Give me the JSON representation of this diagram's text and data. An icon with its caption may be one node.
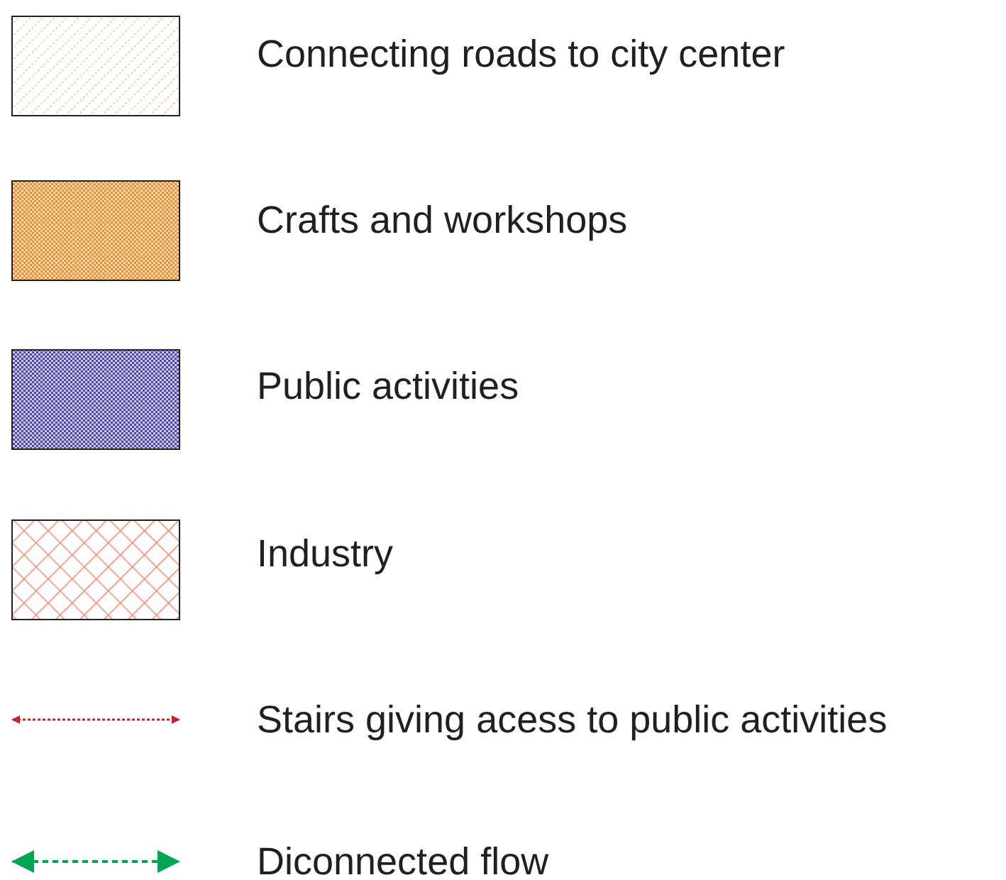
{
  "diagram": {
    "legend": [
      {
        "text": "Connecting roads to city center"
      },
      {
        "text": "Crafts and workshops"
      },
      {
        "text": "Public activities"
      },
      {
        "text": "Industry"
      },
      {
        "text": "Stairs giving acess to public activities"
      },
      {
        "text": "Diconnected flow"
      }
    ]
  }
}
